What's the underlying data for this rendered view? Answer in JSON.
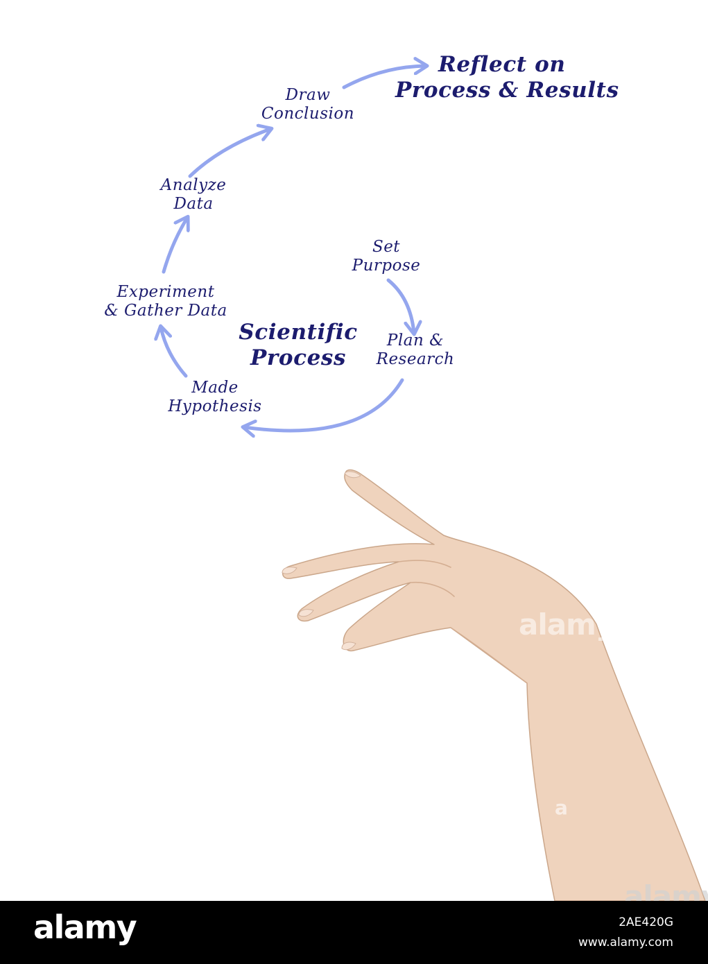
{
  "diagram": {
    "title_lines": [
      "Scientific",
      "Process"
    ],
    "steps": [
      {
        "id": "set-purpose",
        "lines": [
          "Set",
          "Purpose"
        ]
      },
      {
        "id": "plan-research",
        "lines": [
          "Plan &",
          "Research"
        ]
      },
      {
        "id": "made-hypothesis",
        "lines": [
          "Made",
          "Hypothesis"
        ]
      },
      {
        "id": "experiment",
        "lines": [
          "Experiment",
          "& Gather Data"
        ]
      },
      {
        "id": "analyze-data",
        "lines": [
          "Analyze",
          "Data"
        ]
      },
      {
        "id": "draw-conclusion",
        "lines": [
          "Draw",
          "Conclusion"
        ]
      }
    ],
    "goal_lines": [
      "Reflect on",
      "Process & Results"
    ],
    "colors": {
      "text": "#1c1c6e",
      "arrow": "#94a6ee",
      "skin": "#efd3bd",
      "background": "#ffffff"
    }
  },
  "watermarks": {
    "middle": "alamy",
    "mark": "a",
    "bottom": "alamy"
  },
  "footer": {
    "logo": "alamy",
    "image_id": "2AE420G",
    "url": "www.alamy.com",
    "background": "#000000"
  }
}
